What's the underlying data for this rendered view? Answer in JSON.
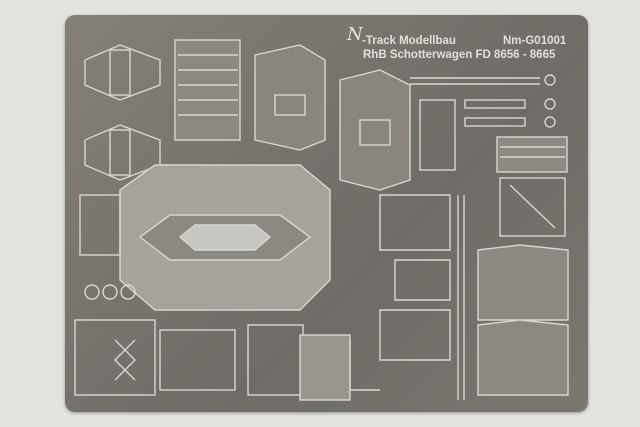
{
  "etch_sheet": {
    "logo": "N",
    "manufacturer": "-Track Modellbau",
    "product_code": "Nm-G01001",
    "title": "RhB Schotterwagen FD 8656 - 8665"
  }
}
